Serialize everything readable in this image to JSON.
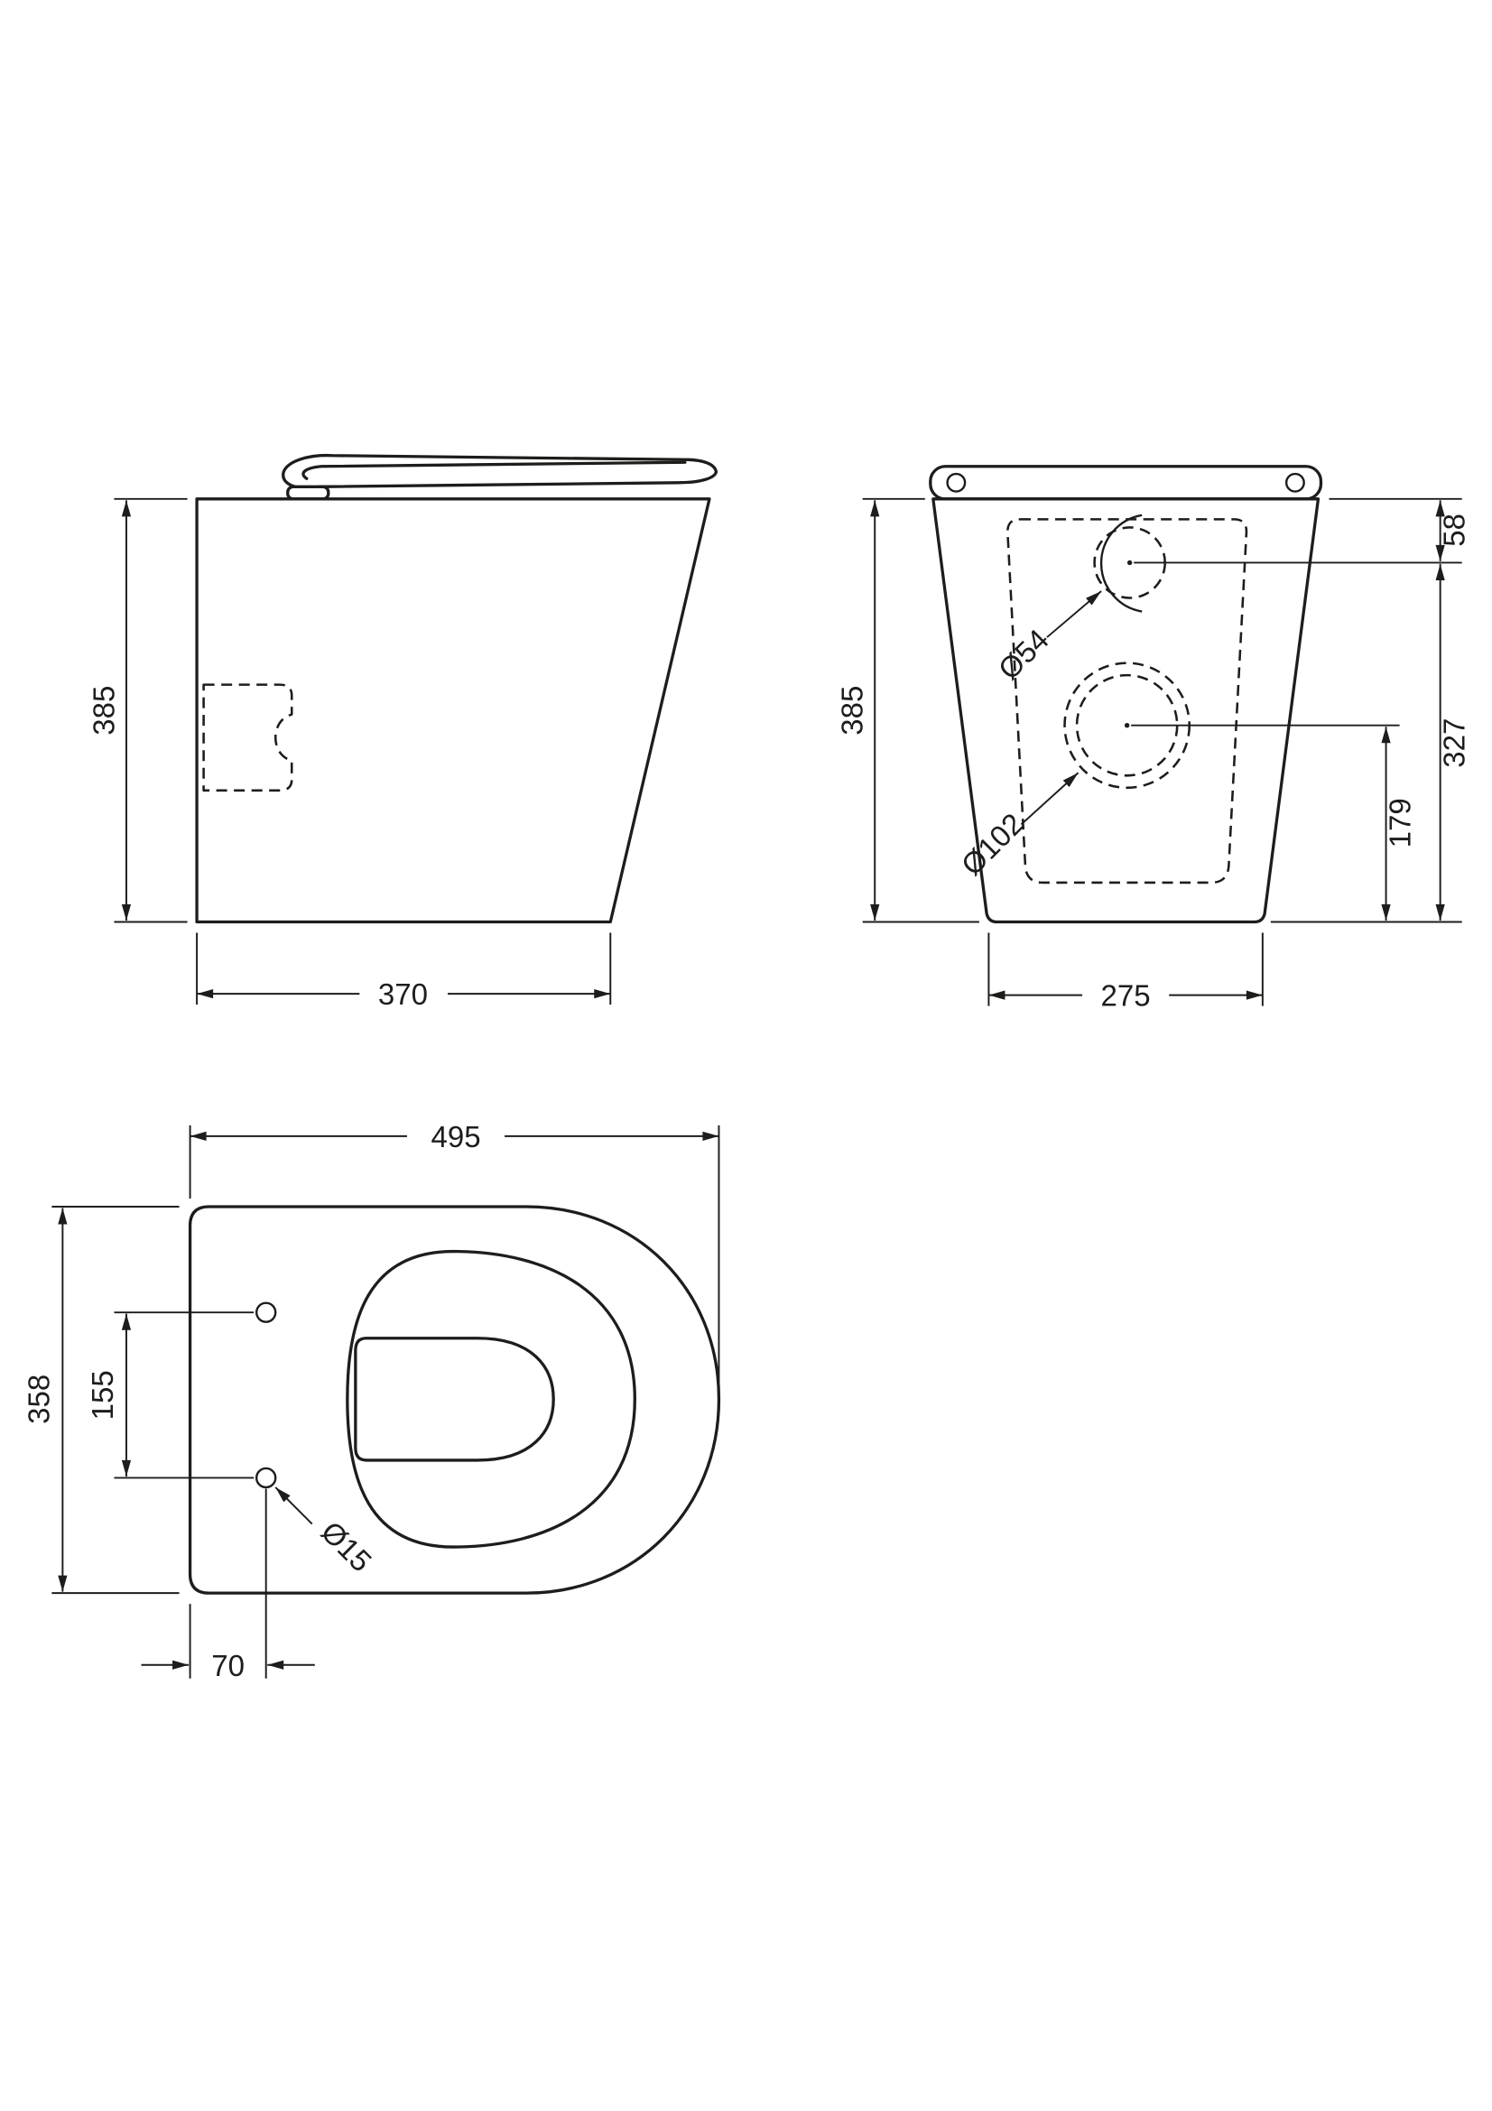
{
  "colors": {
    "line": "#1d1d1b",
    "background": "#ffffff"
  },
  "views": {
    "side": {
      "height": "385",
      "width": "370"
    },
    "rear": {
      "height": "385",
      "base_width": "275",
      "inlet_top_offset": "58",
      "inlet_from_floor": "327",
      "outlet_from_floor": "179",
      "inlet_dia": "Ø54",
      "outlet_dia": "Ø102"
    },
    "plan": {
      "length": "495",
      "depth": "358",
      "fixing_centres": "155",
      "fixing_edge_offset": "70",
      "fixing_dia": "Ø15"
    }
  }
}
